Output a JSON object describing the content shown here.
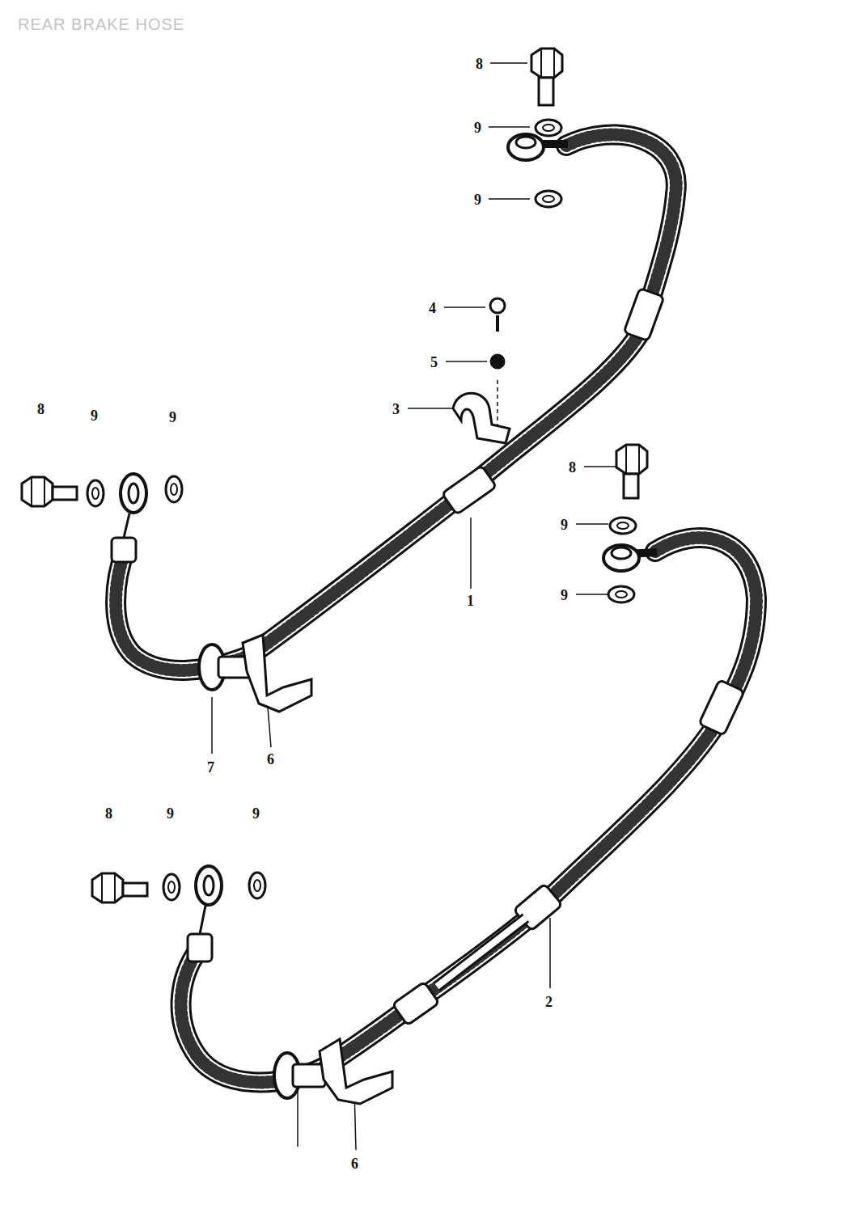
{
  "diagram": {
    "title": "REAR BRAKE HOSE",
    "labels": [
      "8",
      "9",
      "9",
      "4",
      "5",
      "3",
      "8",
      "9",
      "9",
      "8",
      "9",
      "9",
      "1",
      "7",
      "6",
      "8",
      "9",
      "9",
      "2",
      "6"
    ]
  }
}
